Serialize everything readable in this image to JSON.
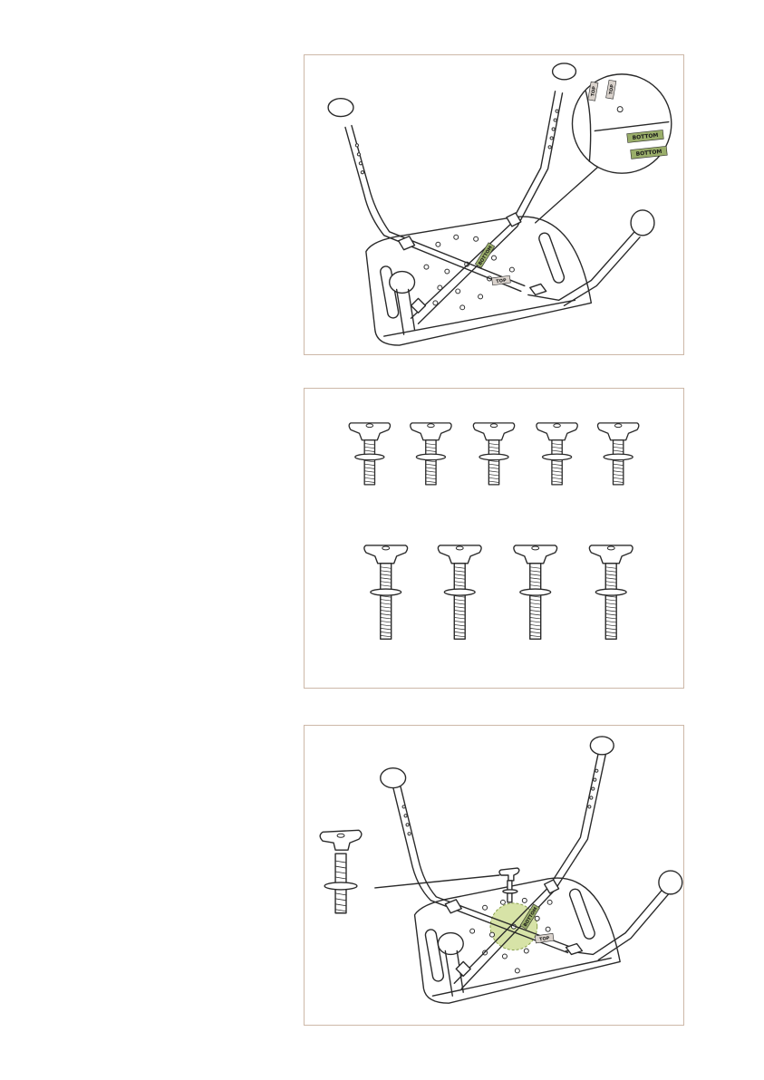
{
  "labels": {
    "bottom": "BOTTOM",
    "top": "TOP"
  },
  "colors": {
    "border": "#cdb8a8",
    "bottom_tag": "#9aae6a",
    "top_tag": "#d9d2cc",
    "highlight": "#c9d98a"
  },
  "hardware": {
    "short_screws_count": 5,
    "long_screws_count": 4
  }
}
